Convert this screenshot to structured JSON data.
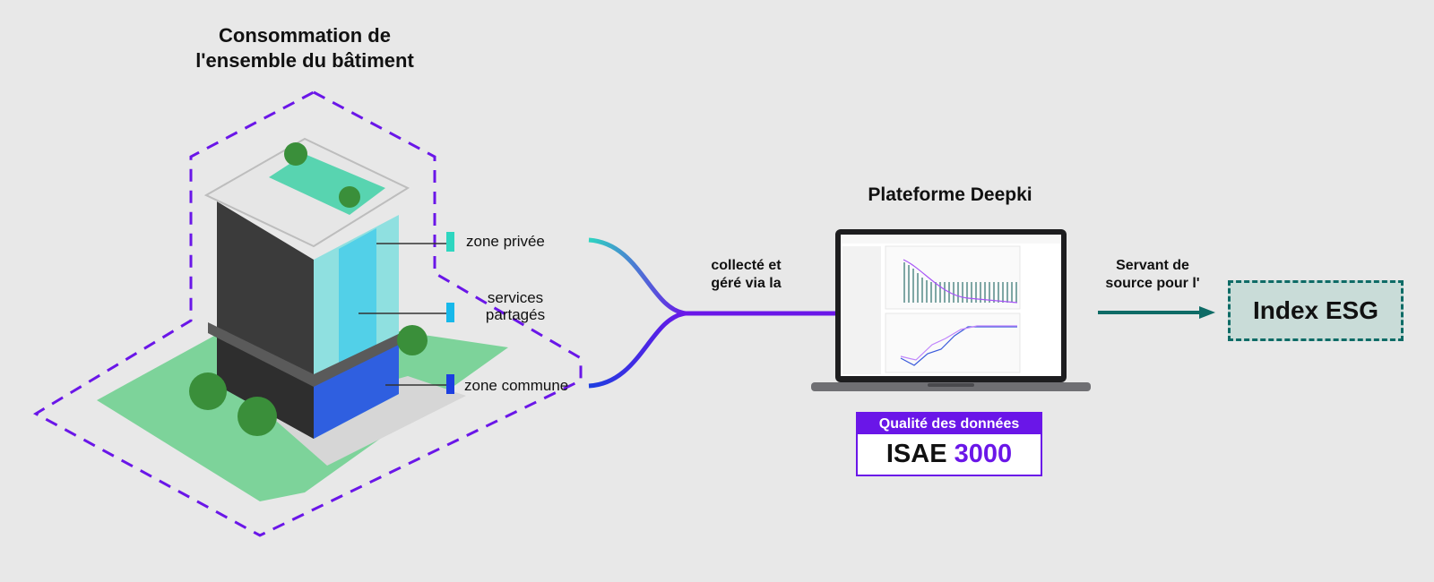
{
  "building_title": [
    "Consommation de",
    "l'ensemble du bâtiment"
  ],
  "zones": {
    "private": "zone privée",
    "shared": [
      "services",
      "partagés"
    ],
    "common": "zone commune"
  },
  "flow_label": [
    "collecté et",
    "géré via la"
  ],
  "platform_title": "Plateforme Deepki",
  "quality": {
    "header": "Qualité des données",
    "standard_name": "ISAE",
    "standard_number": "3000"
  },
  "output_label": [
    "Servant de",
    "source pour l'"
  ],
  "esg_index": "Index ESG",
  "colors": {
    "purple": "#6a16e8",
    "teal_zone": "#2ed6c0",
    "cyan_zone": "#17b8ea",
    "blue_zone": "#1c3fe0",
    "arrow_teal": "#0e6b66"
  }
}
